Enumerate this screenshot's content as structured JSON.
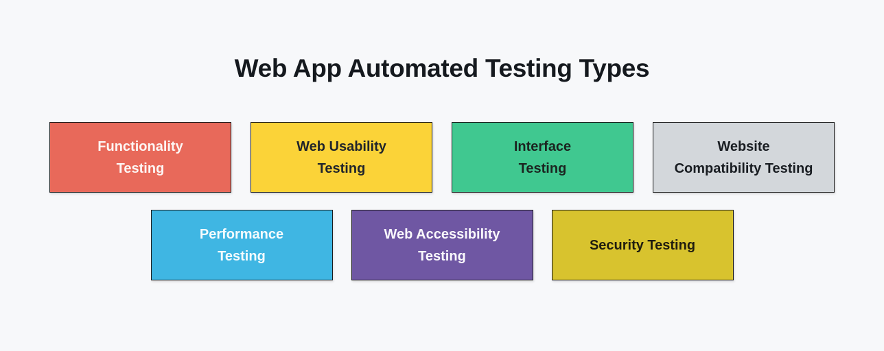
{
  "title": "Web App Automated Testing Types",
  "colors": {
    "page_bg": "#f7f8fa",
    "title_text": "#15191e",
    "box_border": "#1b1b1b"
  },
  "rows": [
    {
      "boxes": [
        {
          "label": "Functionality Testing",
          "lines": [
            "Functionality",
            "Testing"
          ],
          "bg": "#e8695a",
          "text_color": "#fdf6f4"
        },
        {
          "label": "Web Usability Testing",
          "lines": [
            "Web Usability",
            "Testing"
          ],
          "bg": "#fbd338",
          "text_color": "#20242b"
        },
        {
          "label": "Interface Testing",
          "lines": [
            "Interface",
            "Testing"
          ],
          "bg": "#40c890",
          "text_color": "#1b2420"
        },
        {
          "label": "Website Compatibility Testing",
          "lines": [
            "Website",
            "Compatibility Testing"
          ],
          "bg": "#d3d7db",
          "text_color": "#191d22"
        }
      ]
    },
    {
      "boxes": [
        {
          "label": "Performance Testing",
          "lines": [
            "Performance",
            "Testing"
          ],
          "bg": "#3fb6e3",
          "text_color": "#f4fbfd"
        },
        {
          "label": "Web Accessibility Testing",
          "lines": [
            "Web Accessibility",
            "Testing"
          ],
          "bg": "#6f57a3",
          "text_color": "#faf8fc"
        },
        {
          "label": "Security Testing",
          "lines": [
            "Security Testing"
          ],
          "bg": "#d8c32e",
          "text_color": "#201d0f"
        }
      ]
    }
  ]
}
